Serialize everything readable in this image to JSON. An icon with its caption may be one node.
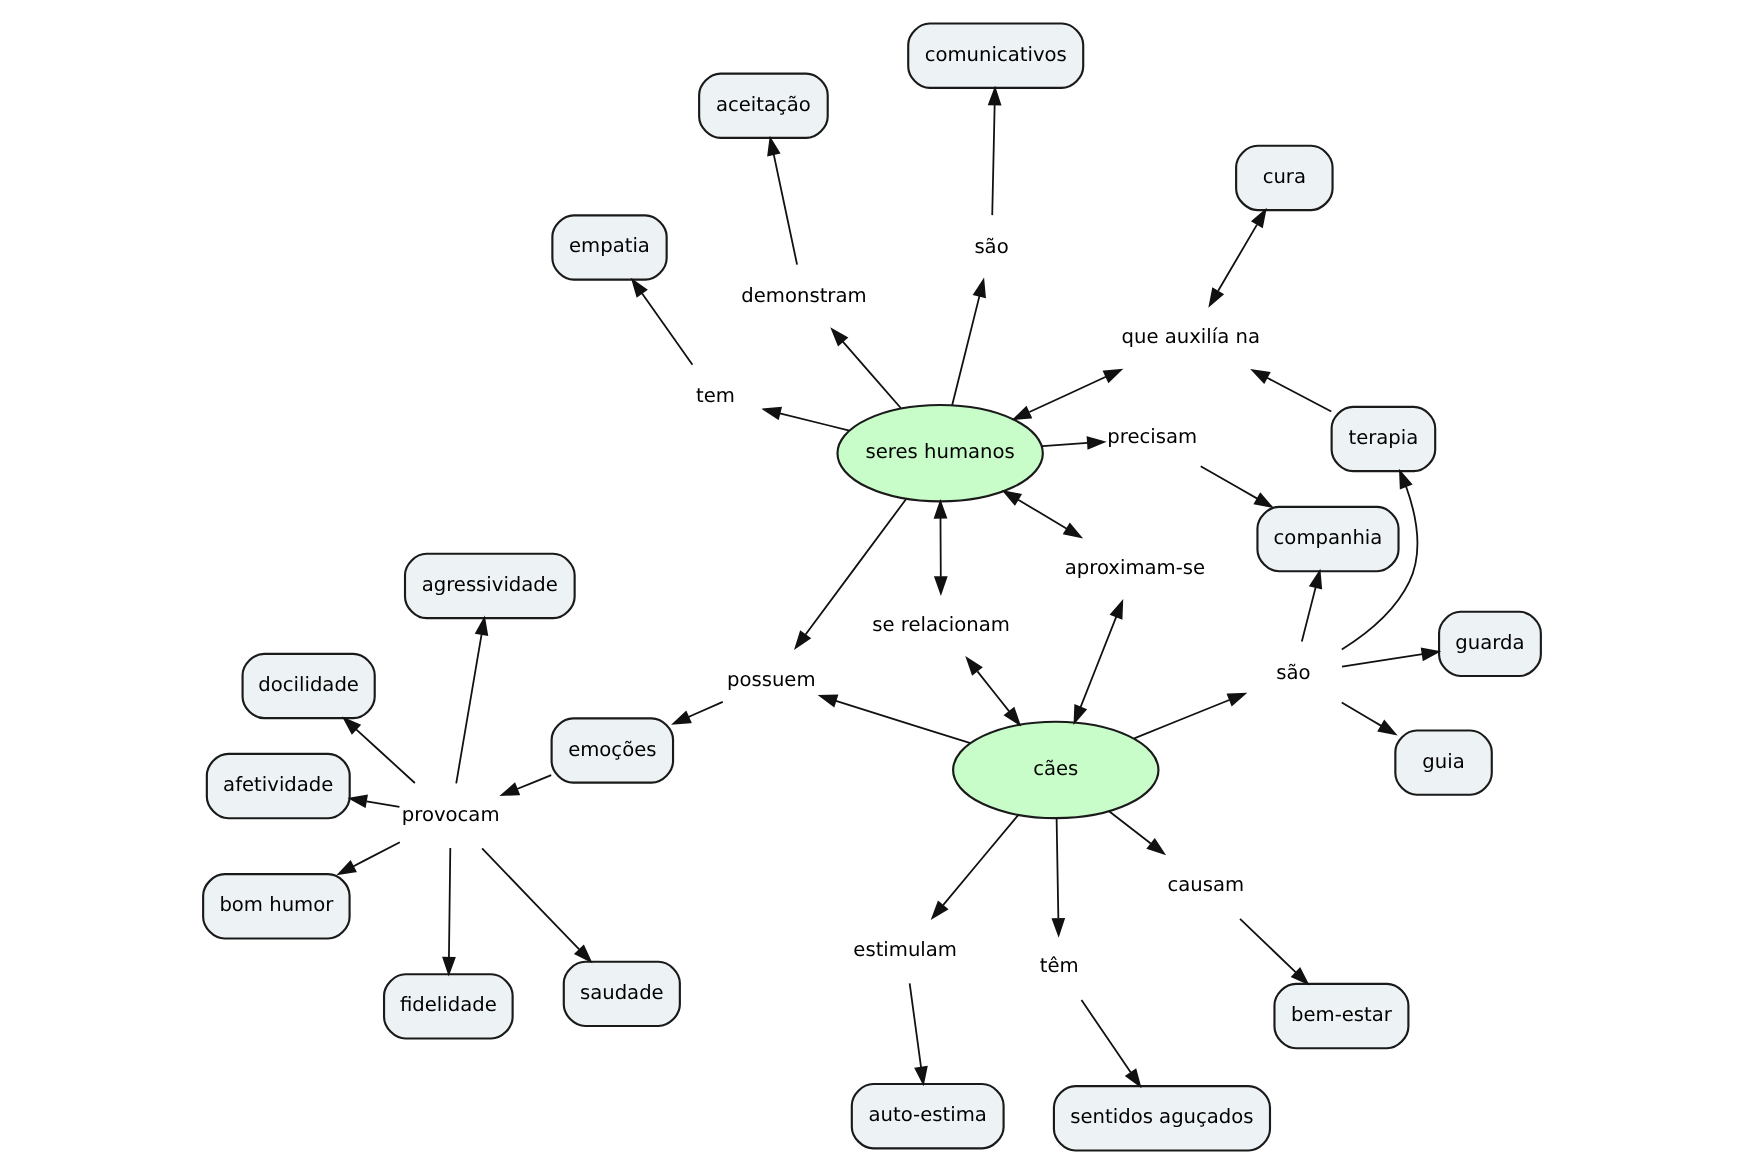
{
  "diagram": {
    "nodes": [
      {
        "text": [
          "docilidade"
        ]
      },
      {
        "text": [
          "fidelidade"
        ]
      },
      {
        "text": [
          "saudade"
        ]
      },
      {
        "text": [
          "afetividade"
        ]
      },
      {
        "text": [
          "bom humor"
        ]
      },
      {
        "text": [
          "provocam"
        ]
      },
      {
        "text": [
          "agressividade"
        ]
      },
      {
        "text": [
          "bem-estar"
        ]
      },
      {
        "text": [
          "emoções"
        ]
      },
      {
        "text": [
          "possuem"
        ]
      },
      {
        "text": [
          "cães"
        ]
      },
      {
        "text": [
          "causam"
        ]
      },
      {
        "text": [
          "estimulam"
        ]
      },
      {
        "text": [
          "auto-estima"
        ]
      },
      {
        "text": [
          "aceitação"
        ]
      },
      {
        "text": [
          "demonstram"
        ]
      },
      {
        "text": [
          "se relacionam"
        ]
      },
      {
        "text": [
          "têm"
        ]
      },
      {
        "text": [
          "sentidos aguçados"
        ]
      },
      {
        "text": [
          "seres humanos"
        ]
      },
      {
        "text": [
          "aproximam-se"
        ]
      },
      {
        "text": [
          "são"
        ]
      },
      {
        "text": [
          "guia"
        ]
      },
      {
        "text": [
          "precisam"
        ]
      },
      {
        "text": [
          "companhia"
        ]
      },
      {
        "text": [
          "guarda"
        ]
      },
      {
        "text": [
          "tem"
        ]
      },
      {
        "text": [
          "são"
        ]
      },
      {
        "text": [
          "terapia"
        ]
      },
      {
        "text": [
          "empatia"
        ]
      },
      {
        "text": [
          "comunicativos"
        ]
      },
      {
        "text": [
          "que auxilía na"
        ]
      },
      {
        "text": [
          "cura"
        ]
      }
    ],
    "edges": [
      {
        "from": 5,
        "to": 0,
        "arrow": "to"
      },
      {
        "from": 5,
        "to": 1,
        "arrow": "to"
      },
      {
        "from": 5,
        "to": 2,
        "arrow": "to"
      },
      {
        "from": 5,
        "to": 3,
        "arrow": "to"
      },
      {
        "from": 5,
        "to": 4,
        "arrow": "to"
      },
      {
        "from": 5,
        "to": 6,
        "arrow": "to"
      },
      {
        "from": 8,
        "to": 5,
        "arrow": "to"
      },
      {
        "from": 9,
        "to": 8,
        "arrow": "to"
      },
      {
        "from": 10,
        "to": 9,
        "arrow": "to"
      },
      {
        "from": 19,
        "to": 9,
        "arrow": "to"
      },
      {
        "from": 10,
        "to": 16,
        "arrow": "both"
      },
      {
        "from": 19,
        "to": 16,
        "arrow": "both"
      },
      {
        "from": 19,
        "to": 15,
        "arrow": "to"
      },
      {
        "from": 15,
        "to": 14,
        "arrow": "to"
      },
      {
        "from": 10,
        "to": 11,
        "arrow": "to"
      },
      {
        "from": 11,
        "to": 7,
        "arrow": "to"
      },
      {
        "from": 10,
        "to": 12,
        "arrow": "to"
      },
      {
        "from": 12,
        "to": 13,
        "arrow": "to"
      },
      {
        "from": 10,
        "to": 17,
        "arrow": "to"
      },
      {
        "from": 17,
        "to": 18,
        "arrow": "to"
      },
      {
        "from": 19,
        "to": 20,
        "arrow": "both"
      },
      {
        "from": 10,
        "to": 20,
        "arrow": "both"
      },
      {
        "from": 10,
        "to": 21,
        "arrow": "to"
      },
      {
        "from": 21,
        "to": 24,
        "arrow": "to"
      },
      {
        "from": 21,
        "to": 22,
        "arrow": "to"
      },
      {
        "from": 21,
        "to": 25,
        "arrow": "to"
      },
      {
        "from": 21,
        "to": 28,
        "arrow": "to"
      },
      {
        "from": 19,
        "to": 23,
        "arrow": "to"
      },
      {
        "from": 23,
        "to": 24,
        "arrow": "to"
      },
      {
        "from": 19,
        "to": 26,
        "arrow": "to"
      },
      {
        "from": 26,
        "to": 29,
        "arrow": "to"
      },
      {
        "from": 19,
        "to": 27,
        "arrow": "to"
      },
      {
        "from": 27,
        "to": 30,
        "arrow": "to"
      },
      {
        "from": 28,
        "to": 31,
        "arrow": "to"
      },
      {
        "from": 19,
        "to": 31,
        "arrow": "both"
      },
      {
        "from": 31,
        "to": 32,
        "arrow": "both"
      }
    ]
  }
}
